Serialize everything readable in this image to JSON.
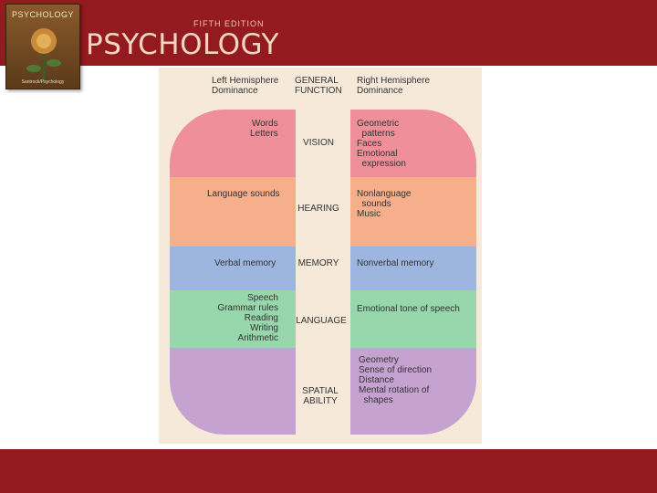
{
  "header": {
    "edition": "FIFTH EDITION",
    "title": "PSYCHOLOGY",
    "cover_title": "PSYCHOLOGY",
    "cover_author": "Santrock/Psychology"
  },
  "colors": {
    "header_bar": "#931a1f",
    "footer_bar": "#931a1f",
    "figure_background": "#f6e9da",
    "vision": "#ee8f9a",
    "hearing": "#f6ae8b",
    "memory": "#9db6e0",
    "language": "#98d6ab",
    "spatial": "#c6a2d1"
  },
  "diagram": {
    "headers": {
      "left": "Left Hemisphere\nDominance",
      "center": "GENERAL\nFUNCTION",
      "right": "Right Hemisphere\nDominance"
    },
    "rows": [
      {
        "function": "VISION",
        "left": "Words\nLetters",
        "right": "Geometric\n  patterns\nFaces\nEmotional\n  expression",
        "color": "#ee8f9a"
      },
      {
        "function": "HEARING",
        "left": "Language sounds",
        "right": "Nonlanguage\n  sounds\nMusic",
        "color": "#f6ae8b"
      },
      {
        "function": "MEMORY",
        "left": "Verbal memory",
        "right": "Nonverbal memory",
        "color": "#9db6e0"
      },
      {
        "function": "LANGUAGE",
        "left": "Speech\nGrammar rules\nReading\nWriting\nArithmetic",
        "right": "Emotional tone of speech",
        "color": "#98d6ab"
      },
      {
        "function": "SPATIAL\nABILITY",
        "left": "",
        "right": "Geometry\nSense of direction\nDistance\nMental rotation of\n  shapes",
        "color": "#c6a2d1"
      }
    ]
  }
}
